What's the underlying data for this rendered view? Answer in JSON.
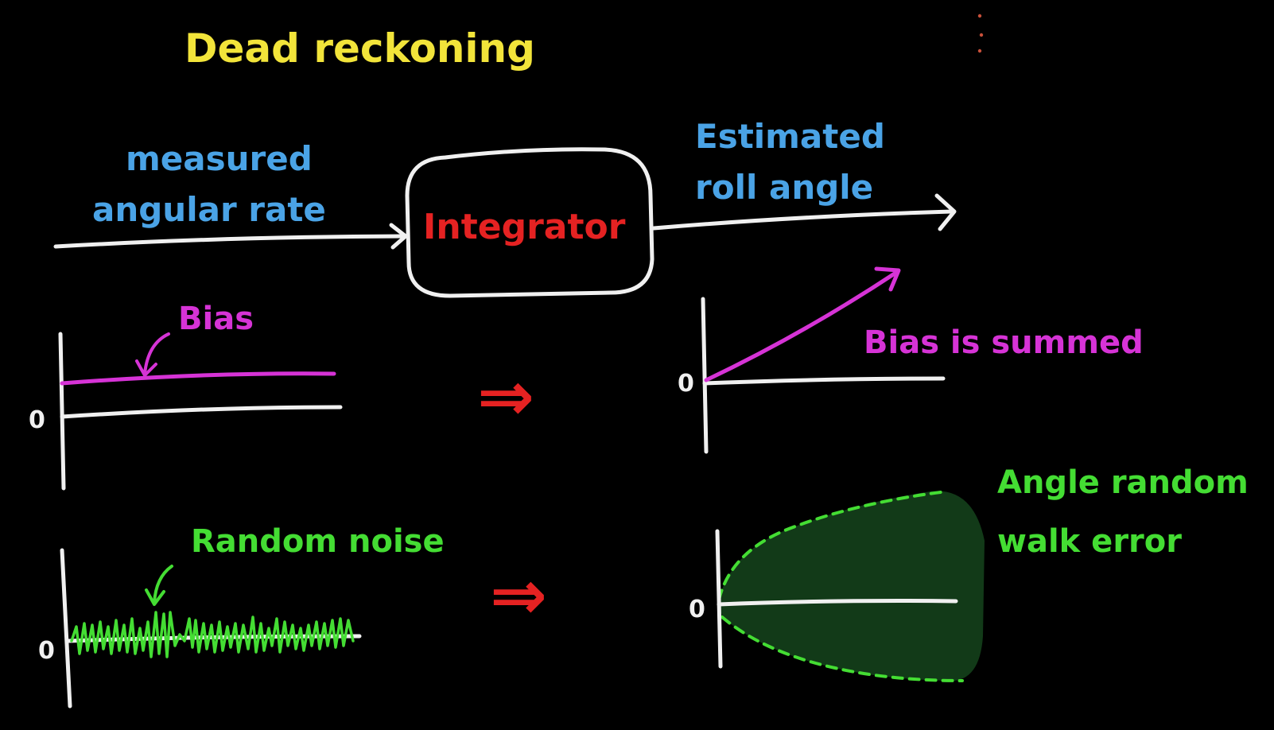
{
  "title": "Dead reckoning",
  "input_label": [
    "measured",
    "angular rate"
  ],
  "block_label": "Integrator",
  "output_label": [
    "Estimated",
    "roll angle"
  ],
  "bias": {
    "label": "Bias",
    "result_label": "Bias is summed",
    "zero_label": "0",
    "result_zero_label": "0"
  },
  "noise": {
    "label": "Random noise",
    "result_label": [
      "Angle random",
      "walk error"
    ],
    "zero_label": "0",
    "result_zero_label": "0"
  },
  "implies_symbol": "⇒",
  "colors": {
    "background": "#000000",
    "title": "#f2e43a",
    "input_output_text": "#4aa3e6",
    "block_text": "#e52222",
    "bias": "#d633d6",
    "noise": "#44dd33",
    "noise_fill": "#123a18",
    "lines": "#f0f0f0",
    "implies_arrow": "#e52222"
  }
}
